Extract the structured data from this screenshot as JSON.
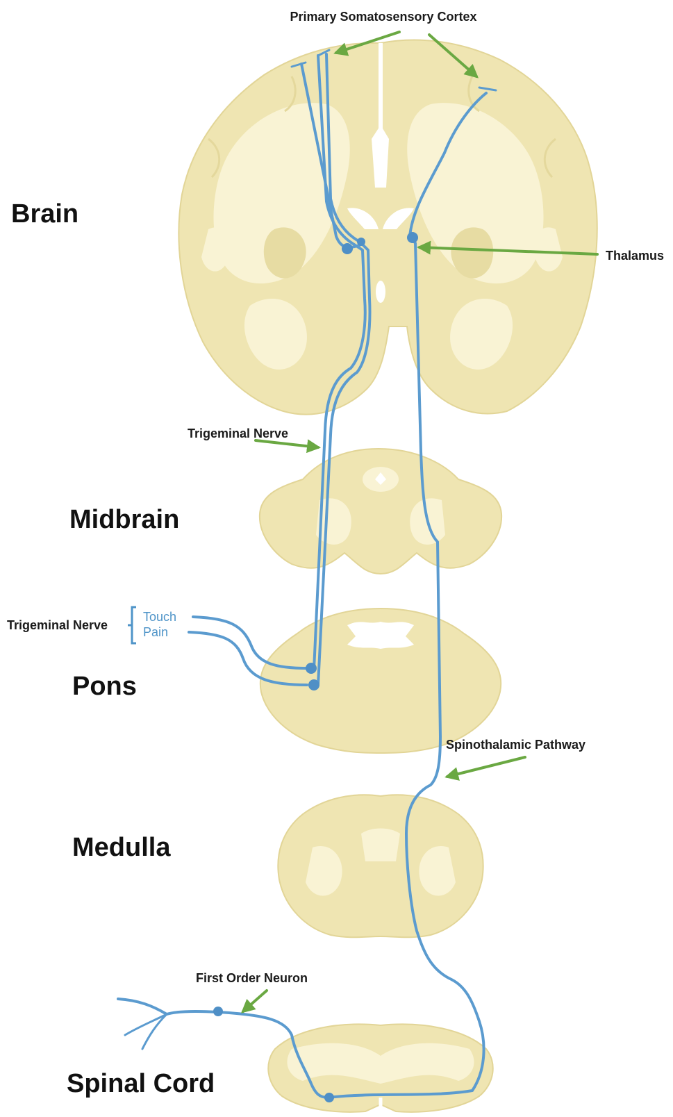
{
  "regions": {
    "brain": "Brain",
    "midbrain": "Midbrain",
    "pons": "Pons",
    "medulla": "Medulla",
    "spinal_cord": "Spinal Cord"
  },
  "callouts": {
    "primary_cortex": "Primary Somatosensory Cortex",
    "thalamus": "Thalamus",
    "trigeminal_nerve_upper": "Trigeminal Nerve",
    "trigeminal_nerve_side": "Trigeminal Nerve",
    "spinothalamic": "Spinothalamic Pathway",
    "first_order_neuron": "First Order Neuron"
  },
  "trigeminal_inputs": [
    "Touch",
    "Pain"
  ],
  "colors": {
    "tissue": "#efe5b2",
    "white_matter": "#f9f3d4",
    "nerve": "#5b9bcf",
    "arrow": "#6aa842"
  }
}
